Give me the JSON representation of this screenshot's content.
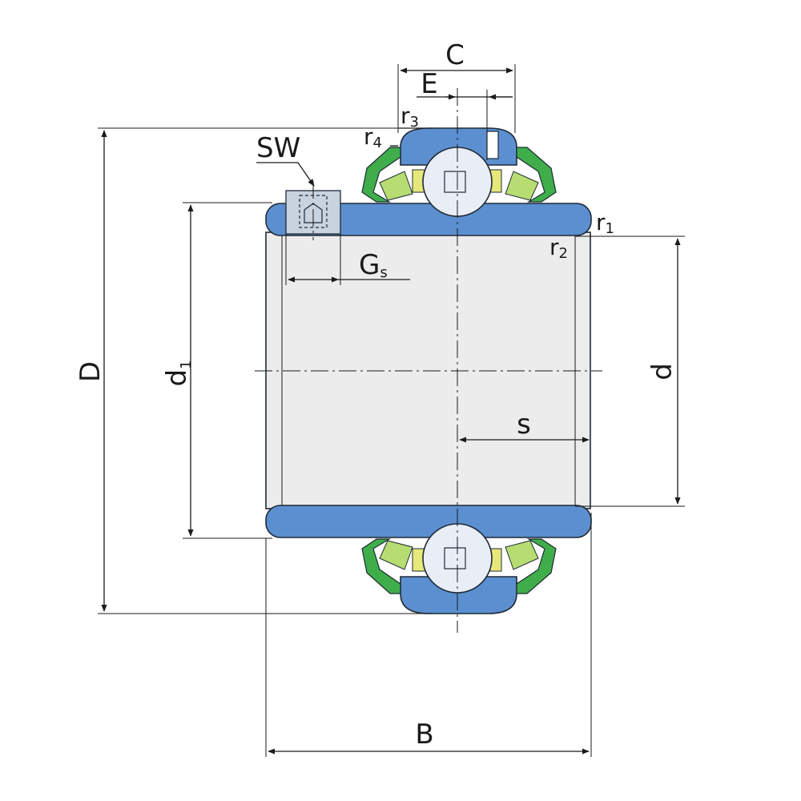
{
  "labels": {
    "D": "D",
    "d1": "d1",
    "d1_sub": "1",
    "d": "d",
    "B": "B",
    "C": "C",
    "E": "E",
    "r1": "r",
    "r1_sub": "1",
    "r2": "r",
    "r2_sub": "2",
    "r3": "r",
    "r3_sub": "3",
    "r4": "r",
    "r4_sub": "4",
    "SW": "SW",
    "Gs": "G",
    "Gs_sub": "s",
    "s": "s"
  },
  "colors": {
    "steel": "#5b8fd0",
    "seal": "#3fae4a",
    "seal_lip": "#b7dd72",
    "cage": "#e6e87a",
    "bore": "#ececec"
  }
}
